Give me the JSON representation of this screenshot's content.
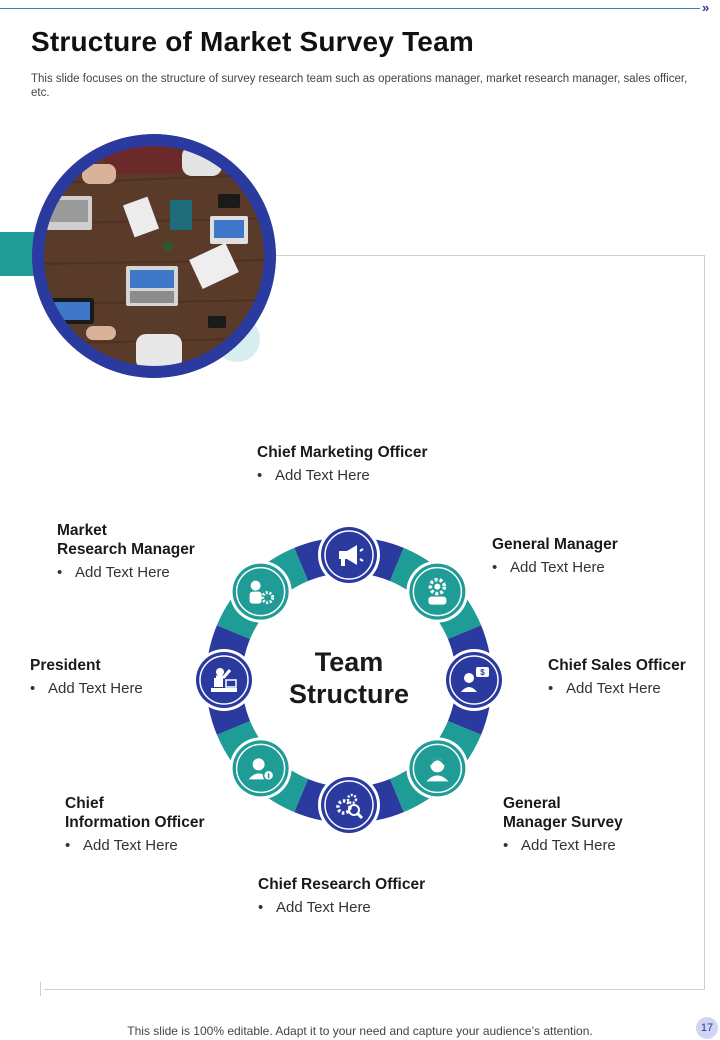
{
  "slide": {
    "title": "Structure of Market Survey Team",
    "subtitle": "This slide focuses on the structure of survey research team such as operations manager, market research manager, sales officer, etc.",
    "center_label_line1": "Team",
    "center_label_line2": "Structure",
    "footer": "This slide is 100% editable. Adapt it to your need and capture your audience’s attention.",
    "page_number": "17"
  },
  "roles": {
    "cmo": {
      "title_line1": "Chief Marketing Officer",
      "bullet": "Add Text Here"
    },
    "gm": {
      "title_line1": "General Manager",
      "bullet": "Add Text Here"
    },
    "cso": {
      "title_line1": "Chief Sales Officer",
      "bullet": "Add Text Here"
    },
    "gms": {
      "title_line1": "General",
      "title_line2": "Manager Survey",
      "bullet": "Add Text Here"
    },
    "cro": {
      "title_line1": "Chief Research Officer",
      "bullet": "Add Text Here"
    },
    "cio": {
      "title_line1": "Chief",
      "title_line2": "Information Officer",
      "bullet": "Add Text Here"
    },
    "president": {
      "title_line1": "President",
      "bullet": "Add Text Here"
    },
    "mrm": {
      "title_line1": "Market",
      "title_line2": "Research Manager",
      "bullet": "Add Text Here"
    }
  },
  "icons": [
    "megaphone-icon",
    "gear-person-icon",
    "salesperson-dollar-icon",
    "support-agent-icon",
    "gears-search-icon",
    "user-info-icon",
    "presenter-icon",
    "user-gear-icon"
  ],
  "colors": {
    "navy": "#2b3a9e",
    "teal": "#1f9c96",
    "frame": "#cfcfcf",
    "accent_light": "#d7eef0"
  }
}
